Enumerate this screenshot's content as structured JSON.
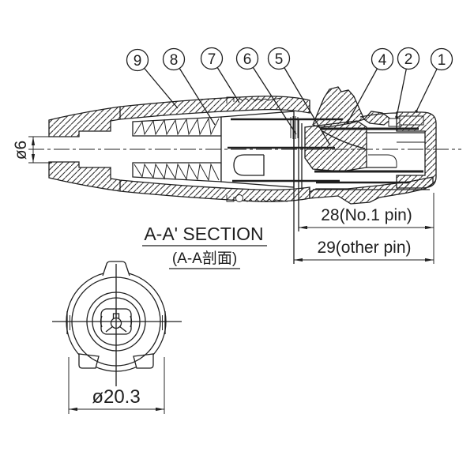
{
  "drawing": {
    "balloons": [
      {
        "label": "9"
      },
      {
        "label": "8"
      },
      {
        "label": "7"
      },
      {
        "label": "6"
      },
      {
        "label": "5"
      },
      {
        "label": "4"
      },
      {
        "label": "2"
      },
      {
        "label": "1"
      }
    ],
    "dimensions": {
      "cable_diameter": "ø6",
      "pin1_length": "28(No.1  pin)",
      "other_pin_length": "29(other  pin)",
      "shell_diameter": "ø20.3"
    },
    "section_view": {
      "title": "A-A' SECTION",
      "subtitle": "(A-A剖面)"
    },
    "colors": {
      "line": "#1f1f1f",
      "background": "#ffffff"
    }
  }
}
